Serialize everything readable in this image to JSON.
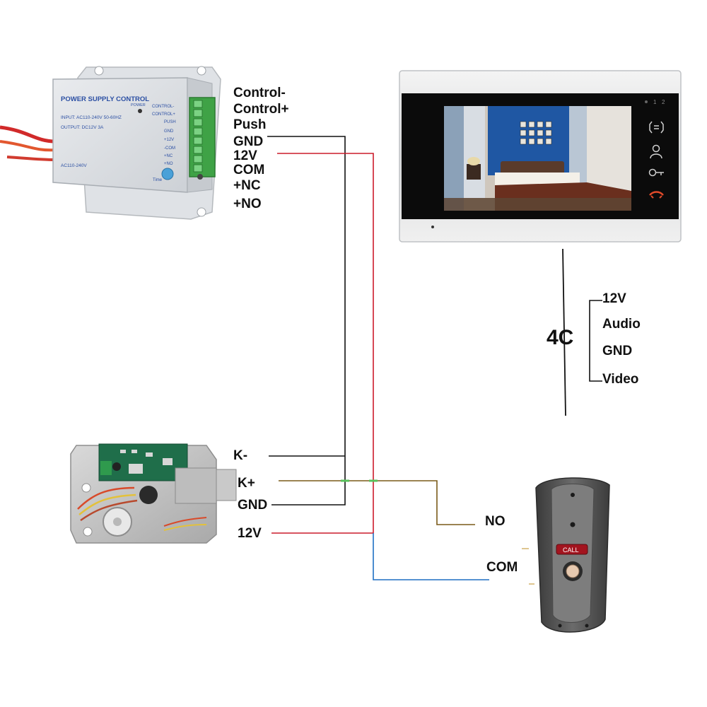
{
  "power_supply": {
    "title": "POWER SUPPLY CONTROL",
    "input_spec": "INPUT: AC110-240V 50-60HZ",
    "output_spec": "OUTPUT: DC12V  3A",
    "ac_label": "AC110-240V",
    "power_led_label": "POWER",
    "time_label": "Time",
    "printed_terminals": [
      "CONTROL-",
      "CONTROL+",
      "PUSH",
      "GND",
      "+12V",
      "-COM",
      "+NC",
      "+NO"
    ],
    "terminal_labels": [
      "Control-",
      "Control+",
      "Push",
      "GND",
      "12V",
      "COM",
      "+NC",
      "+NO"
    ]
  },
  "monitor": {
    "indicator_1": "1",
    "indicator_2": "2"
  },
  "cable": {
    "type_label": "4C",
    "conductors": [
      "12V",
      "Audio",
      "GND",
      "Video"
    ]
  },
  "lock": {
    "terminal_labels": [
      "K-",
      "K+",
      "GND",
      "12V"
    ]
  },
  "door_station": {
    "call_label": "CALL",
    "terminal_labels": [
      "NO",
      "COM"
    ]
  },
  "colors": {
    "black_wire": "#111111",
    "red_wire": "#cc1b2b",
    "brown_wire": "#7a5a18",
    "blue_wire": "#1f6fc4",
    "junction": "#56c25a"
  }
}
